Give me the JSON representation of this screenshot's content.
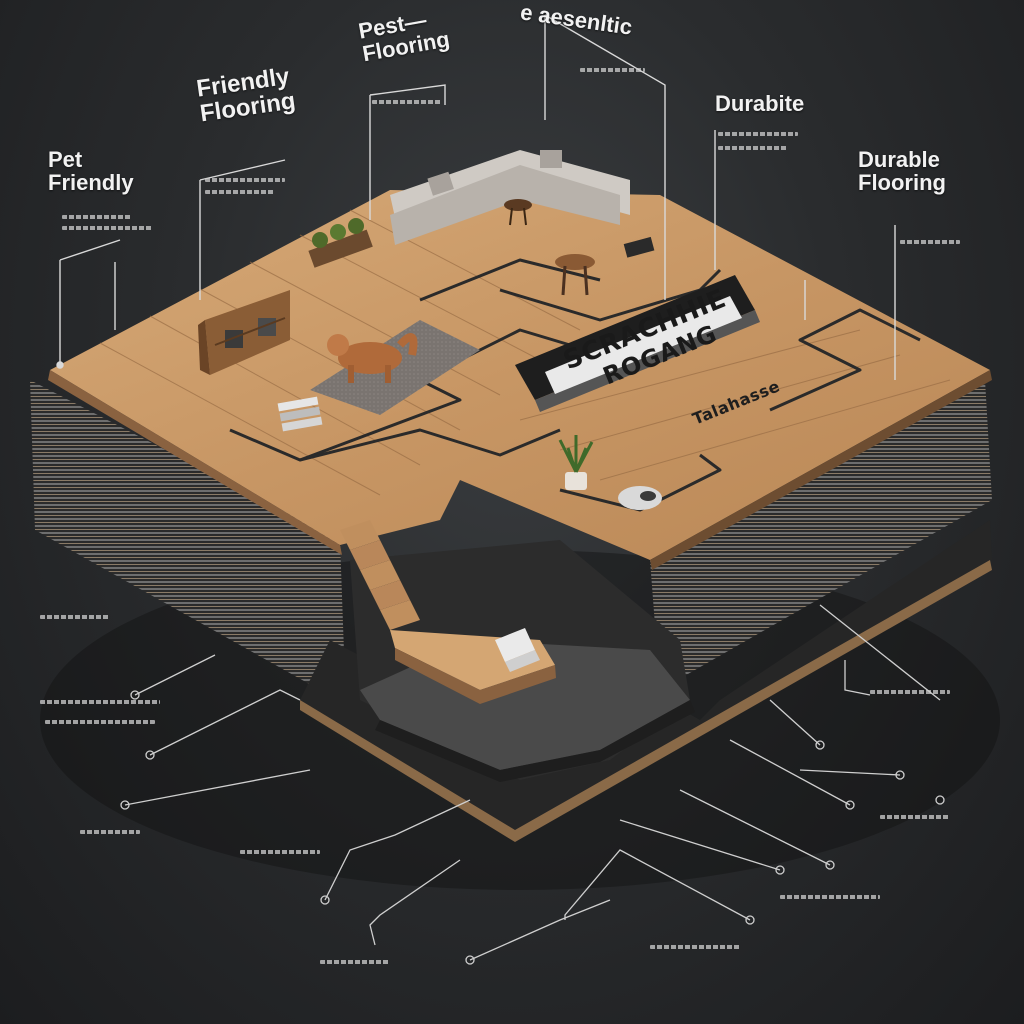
{
  "colors": {
    "background": "#2a2c2e",
    "wood_top": "#c89a68",
    "wood_dark": "#a9794a",
    "layer_dark": "#3a3a3a",
    "callout_line": "#d9d9d9"
  },
  "callouts_top": [
    {
      "id": "pet-friendly",
      "text": "Pet\nFriendly"
    },
    {
      "id": "friendly-flooring",
      "text": "Friendly\nFlooring"
    },
    {
      "id": "pest-flooring",
      "text": "Pest—\nFlooring"
    },
    {
      "id": "aesthetic",
      "text": "e aesenltic"
    },
    {
      "id": "durabite",
      "text": "Durabite"
    },
    {
      "id": "durable-flooring",
      "text": "Durable\nFlooring"
    }
  ],
  "sign": {
    "line1": "SCRACHHIE",
    "line2": "ROGANG"
  },
  "floor_text": "Talahasse",
  "bottom_labels": [
    {
      "id": "label-b1",
      "text": ""
    },
    {
      "id": "label-b2",
      "text": ""
    },
    {
      "id": "label-b3",
      "text": ""
    },
    {
      "id": "label-b4",
      "text": ""
    },
    {
      "id": "label-b5",
      "text": ""
    },
    {
      "id": "label-b6",
      "text": ""
    },
    {
      "id": "label-b7",
      "text": ""
    }
  ],
  "icons": [
    "sofa-icon",
    "dog-icon",
    "plant-icon",
    "shelf-icon",
    "table-icon",
    "stairs-icon",
    "books-icon"
  ]
}
